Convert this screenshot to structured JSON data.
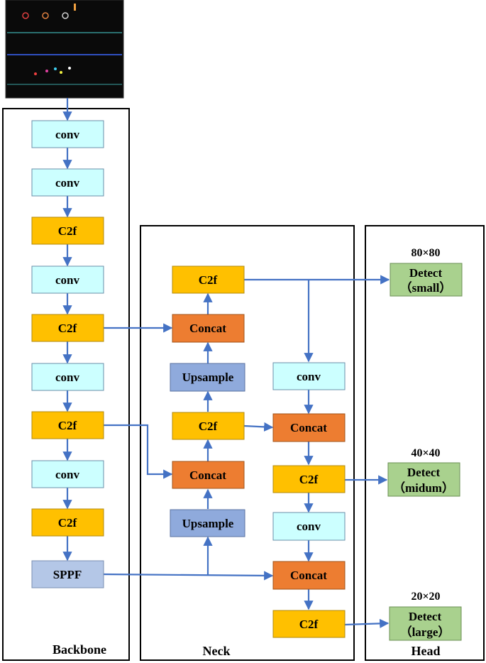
{
  "colors": {
    "conv": "#ccffff",
    "c2f": "#ffc000",
    "concat": "#ed7d31",
    "upsample": "#8faadc",
    "sppf": "#b4c7e7",
    "detect": "#a9d18e",
    "arrow": "#4472c4",
    "frame": "#000000"
  },
  "sections": {
    "backbone": "Backbone",
    "neck": "Neck",
    "head": "Head"
  },
  "backbone": {
    "blocks": [
      "conv",
      "conv",
      "C2f",
      "conv",
      "C2f",
      "conv",
      "C2f",
      "conv",
      "C2f",
      "SPPF"
    ]
  },
  "neck": {
    "left_column": [
      "C2f",
      "Concat",
      "Upsample",
      "C2f",
      "Concat",
      "Upsample"
    ],
    "right_column": [
      "conv",
      "Concat",
      "C2f",
      "conv",
      "Concat",
      "C2f"
    ]
  },
  "head": {
    "outputs": [
      {
        "size": "80×80",
        "line1": "Detect",
        "line2": "（small）"
      },
      {
        "size": "40×40",
        "line1": "Detect",
        "line2": "（midum）"
      },
      {
        "size": "20×20",
        "line1": "Detect",
        "line2": "（large）"
      }
    ]
  },
  "input_image": {
    "icon": "input-image-thumbnail"
  }
}
